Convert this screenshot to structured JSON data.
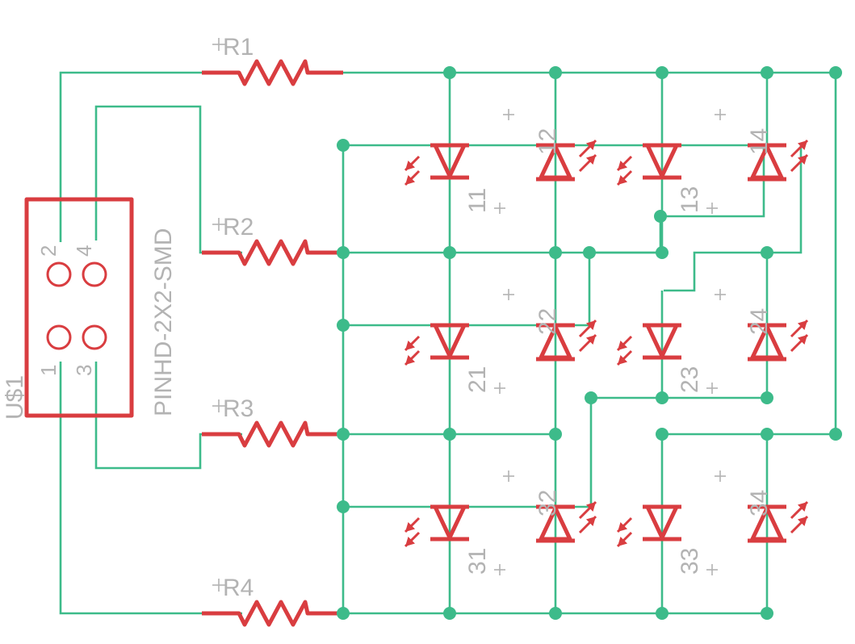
{
  "header": {
    "name": "U$1",
    "value": "PINHD-2X2-SMD"
  },
  "header_pins": [
    "1",
    "2",
    "3",
    "4"
  ],
  "resistors": [
    {
      "name": "R1"
    },
    {
      "name": "R2"
    },
    {
      "name": "R3"
    },
    {
      "name": "R4"
    }
  ],
  "leds": [
    {
      "name": "11"
    },
    {
      "name": "12"
    },
    {
      "name": "13"
    },
    {
      "name": "14"
    },
    {
      "name": "21"
    },
    {
      "name": "22"
    },
    {
      "name": "23"
    },
    {
      "name": "24"
    },
    {
      "name": "31"
    },
    {
      "name": "32"
    },
    {
      "name": "33"
    },
    {
      "name": "34"
    }
  ],
  "colors": {
    "wire": "#3dbb8a",
    "part": "#d93d40",
    "label": "#b3b3b3"
  }
}
